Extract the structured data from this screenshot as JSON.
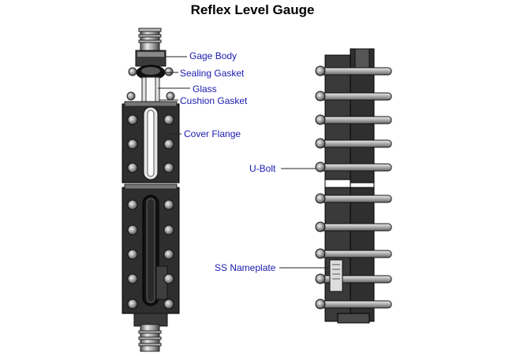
{
  "title": "Reflex Level Gauge",
  "labels": {
    "gage_body": "Gage Body",
    "sealing_gasket": "Sealing Gasket",
    "glass": "Glass",
    "cushion_gasket": "Cushion Gasket",
    "cover_flange": "Cover Flange",
    "u_bolt": "U-Bolt",
    "ss_nameplate": "SS Nameplate"
  },
  "colors": {
    "label_text": "#1a1ab0",
    "body_dark": "#2a2a2a",
    "body_mid": "#5a5a5a",
    "metal_light": "#c8c8c8"
  }
}
